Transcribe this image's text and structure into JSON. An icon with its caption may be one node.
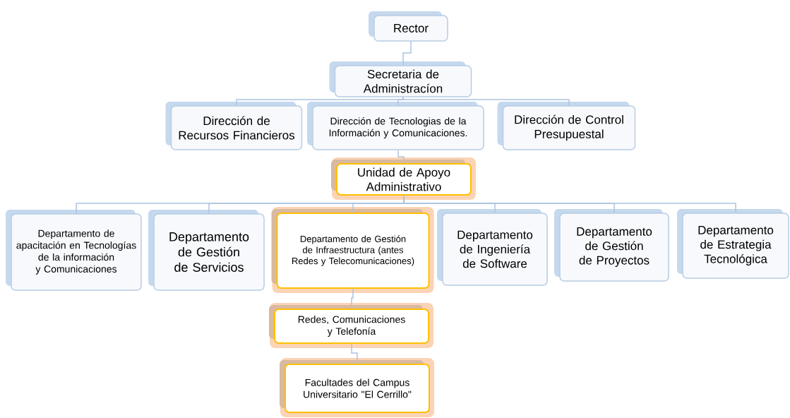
{
  "diagram": {
    "nodes": [
      {
        "text": [
          "Rector"
        ]
      },
      {
        "text": [
          "Secretaria de Administracíon"
        ]
      },
      {
        "text": [
          "Dirección de Recursos Financieros"
        ]
      },
      {
        "text": [
          "Dirección de Tecnologias de la Información y Comunicaciones."
        ]
      },
      {
        "text": [
          "Dirección de Control Presupuestal"
        ]
      },
      {
        "text": [
          "Unidad de Apoyo Administrativo"
        ]
      },
      {
        "text": [
          "Departamento de apacitación en Tecnologías de la información y Comunicaciones"
        ]
      },
      {
        "text": [
          "Departamento de Gestión de Servicios"
        ]
      },
      {
        "text": [
          "Departamento de Gestión de Infraestructura (antes Redes y Telecomunicaciones)"
        ]
      },
      {
        "text": [
          "Departamento de Ingeniería de Software"
        ]
      },
      {
        "text": [
          "Departamento de Gestión de Proyectos"
        ]
      },
      {
        "text": [
          "Departamento de Estrategia Tecnológica"
        ]
      },
      {
        "text": [
          "Redes, Comunicaciones y Telefonía"
        ]
      },
      {
        "text": [
          "Facultades del Campus Universitario \"El Cerrillo\""
        ]
      }
    ],
    "edges": [
      {
        "from": 0,
        "to": 1,
        "arrow": "none"
      },
      {
        "from": 1,
        "to": 2,
        "arrow": "none"
      },
      {
        "from": 1,
        "to": 3,
        "arrow": "none"
      },
      {
        "from": 1,
        "to": 4,
        "arrow": "none"
      },
      {
        "from": 3,
        "to": 5,
        "arrow": "none"
      },
      {
        "from": 5,
        "to": 6,
        "arrow": "none"
      },
      {
        "from": 5,
        "to": 7,
        "arrow": "none"
      },
      {
        "from": 5,
        "to": 8,
        "arrow": "none"
      },
      {
        "from": 5,
        "to": 9,
        "arrow": "none"
      },
      {
        "from": 5,
        "to": 10,
        "arrow": "none"
      },
      {
        "from": 5,
        "to": 11,
        "arrow": "none"
      },
      {
        "from": 8,
        "to": 12,
        "arrow": "none"
      },
      {
        "from": 12,
        "to": 13,
        "arrow": "none"
      }
    ]
  }
}
